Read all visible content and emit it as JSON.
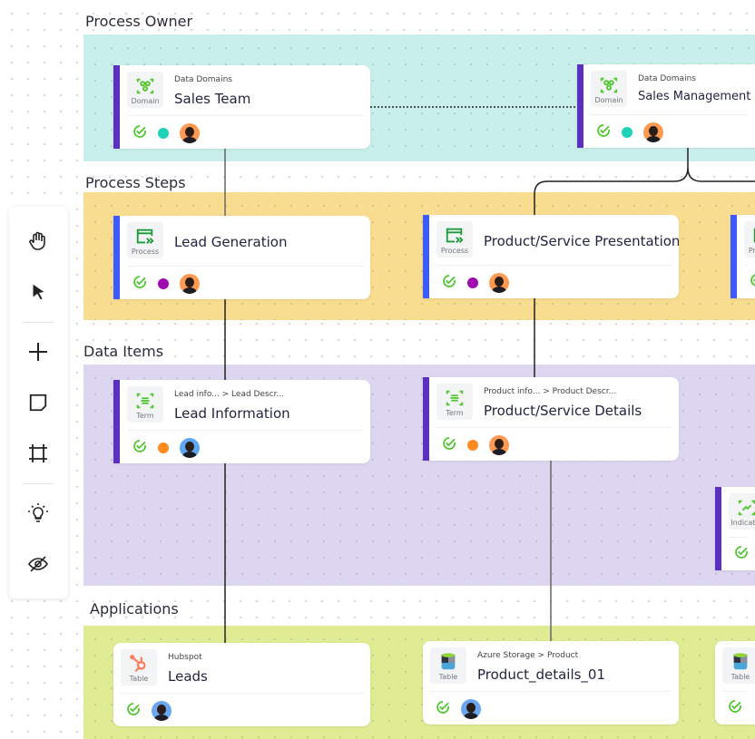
{
  "colors": {
    "owner_lane": "#c8efeb",
    "steps_lane": "#f8dc90",
    "data_lane": "#ddd6f1",
    "apps_lane": "#e0ec94",
    "domain_bar": "#5b2fc0",
    "process_bar": "#3d5afe",
    "term_bar": "#5b2fc0",
    "check": "#4cc62a"
  },
  "lanes": [
    {
      "label": "Process Owner"
    },
    {
      "label": "Process Steps"
    },
    {
      "label": "Data Items"
    },
    {
      "label": "Applications"
    }
  ],
  "toolbar": {
    "items": [
      {
        "icon": "hand-icon"
      },
      {
        "icon": "pointer-icon"
      },
      {
        "icon": "plus-icon"
      },
      {
        "icon": "sticky-note-icon"
      },
      {
        "icon": "frame-icon"
      },
      {
        "icon": "lightbulb-icon"
      },
      {
        "icon": "eye-off-icon"
      }
    ]
  },
  "cards": [
    {
      "type": "Domain",
      "icon": "domain-icon",
      "subtitle": "Data Domains",
      "title": "Sales Team",
      "status_color": "#1ed3b8",
      "verified": true
    },
    {
      "type": "Domain",
      "icon": "domain-icon",
      "subtitle": "Data Domains",
      "title": "Sales Management",
      "status_color": "#1ed3b8",
      "verified": true
    },
    {
      "type": "Process",
      "icon": "process-icon",
      "subtitle": "",
      "title": "Lead Generation",
      "status_color": "#a00bb0",
      "verified": true
    },
    {
      "type": "Process",
      "icon": "process-icon",
      "subtitle": "",
      "title": "Product/Service Presentation",
      "status_color": "#a00bb0",
      "verified": true
    },
    {
      "type": "Process",
      "icon": "process-icon",
      "subtitle": "",
      "title": "",
      "status_color": "",
      "verified": true
    },
    {
      "type": "Term",
      "icon": "term-icon",
      "subtitle": "Lead info... > Lead Descr...",
      "title": "Lead Information",
      "status_color": "#ff8a1e",
      "verified": true
    },
    {
      "type": "Term",
      "icon": "term-icon",
      "subtitle": "Product info... > Product Descr...",
      "title": "Product/Service Details",
      "status_color": "#ff8a1e",
      "verified": true
    },
    {
      "type": "Indicator",
      "icon": "indicator-icon",
      "subtitle": "",
      "title": "",
      "status_color": "",
      "verified": true
    },
    {
      "type": "Table",
      "icon": "hubspot-icon",
      "subtitle": "Hubspot",
      "title": "Leads",
      "status_color": "",
      "verified": true
    },
    {
      "type": "Table",
      "icon": "azure-table-icon",
      "subtitle": "Azure Storage > Product",
      "title": "Product_details_01",
      "status_color": "",
      "verified": true
    },
    {
      "type": "Table",
      "icon": "azure-table-icon",
      "subtitle": "",
      "title": "",
      "status_color": "",
      "verified": true
    }
  ]
}
